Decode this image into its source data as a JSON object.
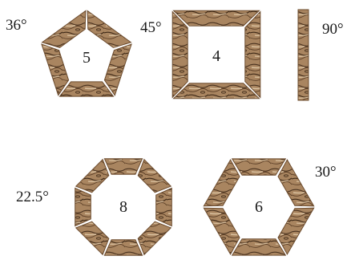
{
  "frames": [
    {
      "id": "pentagon",
      "angle_label": "36°",
      "count_label": "5"
    },
    {
      "id": "square",
      "angle_label": "45°",
      "count_label": "4"
    },
    {
      "id": "single-piece",
      "angle_label": "90°"
    },
    {
      "id": "octagon",
      "angle_label": "22.5°",
      "count_label": "8"
    },
    {
      "id": "hexagon",
      "angle_label": "30°",
      "count_label": "6"
    }
  ],
  "colors": {
    "wood_base": "#a98560",
    "wood_light": "#c7a985",
    "wood_grain": "#4a3320",
    "wood_edge": "#6d4c2e",
    "background": "#ffffff"
  }
}
